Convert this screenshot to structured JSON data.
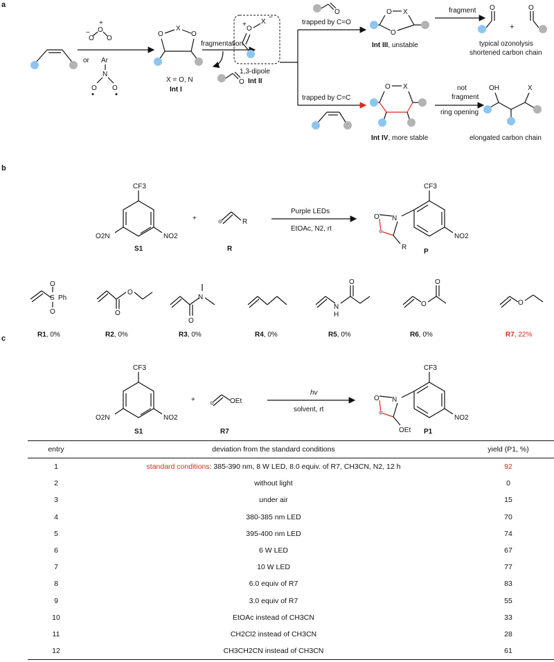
{
  "panels": {
    "a": "a",
    "b": "b",
    "c": "c"
  },
  "colors": {
    "blue_atom": "#8ec5f0",
    "gray_atom": "#b3b3b3",
    "highlight_red": "#e0271f"
  },
  "panel_a": {
    "ozone_label": "O₃ (ozone)",
    "reagent_or": "or",
    "reagent_ar": "Ar",
    "int1_x": "X = O, N",
    "int1_name": "Int I",
    "arrow_fragmentation": "fragmentation",
    "dipole_label": "1,3-dipole",
    "int2_name": "Int II",
    "trapped_co": "trapped by C=O",
    "trapped_cc": "trapped by C=C",
    "int3_name": "Int III",
    "int3_suffix": ", unstable",
    "int4_name": "Int IV",
    "int4_suffix": ", more stable",
    "arrow_fragment": "fragment",
    "plus": "+",
    "ozonolysis_line1": "typical ozonolysis",
    "ozonolysis_line2": "shortened carbon chain",
    "not_fragment_1": "not",
    "not_fragment_2": "fragment",
    "ring_opening": "ring opening",
    "elongated": "elongated carbon chain",
    "atom_x": "X",
    "atom_o": "O",
    "atom_n": "N",
    "atom_oh": "OH"
  },
  "panel_b": {
    "cf3": "CF3",
    "no2": "NO2",
    "o2n": "O2N",
    "s1": "S1",
    "plus": "+",
    "r_label": "R",
    "conditions_top": "Purple LEDs",
    "conditions_bottom": "EtOAc, N2, rt",
    "product": "P",
    "ph": "Ph",
    "substrates": [
      {
        "id": "R1",
        "yield": ", 0%"
      },
      {
        "id": "R2",
        "yield": ", 0%"
      },
      {
        "id": "R3",
        "yield": ", 0%"
      },
      {
        "id": "R4",
        "yield": ", 0%"
      },
      {
        "id": "R5",
        "yield": ", 0%"
      },
      {
        "id": "R6",
        "yield": ", 0%"
      },
      {
        "id": "R7",
        "yield": ", 22%"
      }
    ]
  },
  "panel_c": {
    "reagent": "OEt",
    "r7": "R7",
    "s1": "S1",
    "conditions_top": "hv",
    "conditions_bottom": "solvent, rt",
    "product": "P1",
    "table": {
      "headers": [
        "entry",
        "deviation from the standard conditions",
        "yield (P1, %)"
      ],
      "rows": [
        {
          "entry": "1",
          "prefix": "standard conditions",
          "deviation": ": 385-390 nm, 8 W LED, 8.0 equiv. of R7, CH3CN, N2, 12 h",
          "yield": "92"
        },
        {
          "entry": "2",
          "deviation": "without light",
          "yield": "0"
        },
        {
          "entry": "3",
          "deviation": "under air",
          "yield": "15"
        },
        {
          "entry": "4",
          "deviation": "380-385 nm LED",
          "yield": "70"
        },
        {
          "entry": "5",
          "deviation": "395-400 nm LED",
          "yield": "74"
        },
        {
          "entry": "6",
          "deviation": "6 W LED",
          "yield": "67"
        },
        {
          "entry": "7",
          "deviation": "10 W LED",
          "yield": "77"
        },
        {
          "entry": "8",
          "deviation": "6.0 equiv of R7",
          "yield": "83"
        },
        {
          "entry": "9",
          "deviation": "3.0 equiv of R7",
          "yield": "55"
        },
        {
          "entry": "10",
          "deviation": "EtOAc instead of CH3CN",
          "yield": "33"
        },
        {
          "entry": "11",
          "deviation": "CH2Cl2 instead of CH3CN",
          "yield": "28"
        },
        {
          "entry": "12",
          "deviation": "CH3CH2CN  instead of CH3CN",
          "yield": "61"
        }
      ]
    }
  }
}
